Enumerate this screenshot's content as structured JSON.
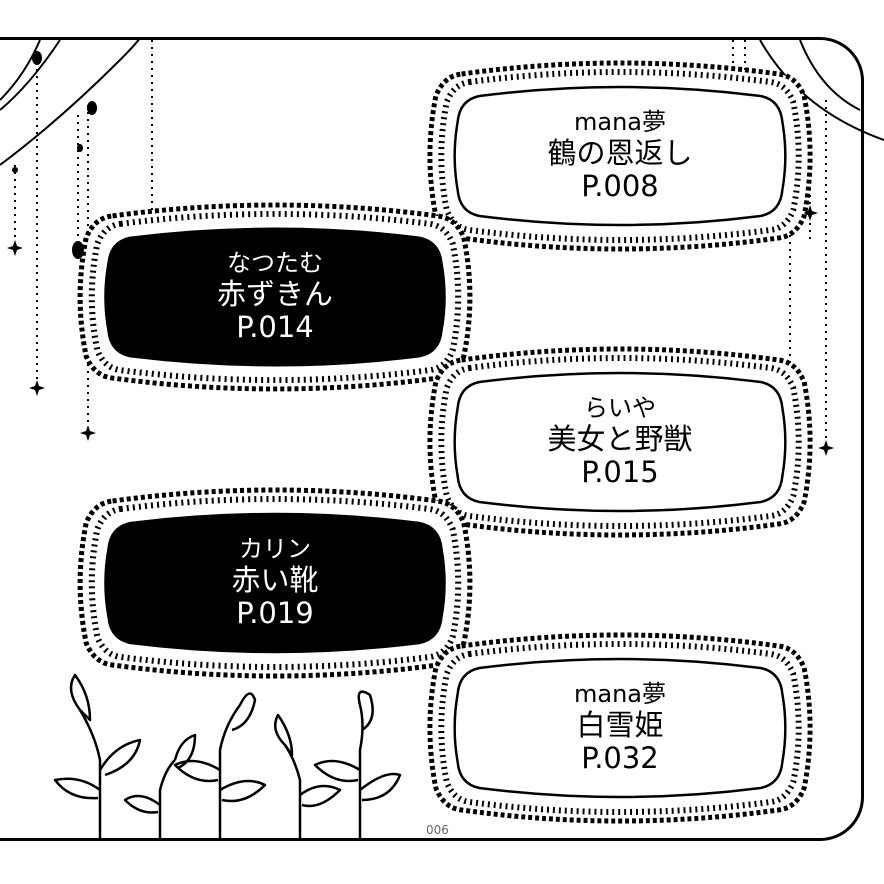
{
  "plaques": [
    {
      "author": "mana夢",
      "story": "鶴の恩返し",
      "page": "P.008",
      "style": "light"
    },
    {
      "author": "なつたむ",
      "story": "赤ずきん",
      "page": "P.014",
      "style": "dark"
    },
    {
      "author": "らいや",
      "story": "美女と野獣",
      "page": "P.015",
      "style": "light"
    },
    {
      "author": "カリン",
      "story": "赤い靴",
      "page": "P.019",
      "style": "dark"
    },
    {
      "author": "mana夢",
      "story": "白雪姫",
      "page": "P.032",
      "style": "light"
    }
  ],
  "page_number": "006",
  "colors": {
    "ink": "#000000",
    "paper": "#ffffff",
    "page_number": "#666666"
  }
}
